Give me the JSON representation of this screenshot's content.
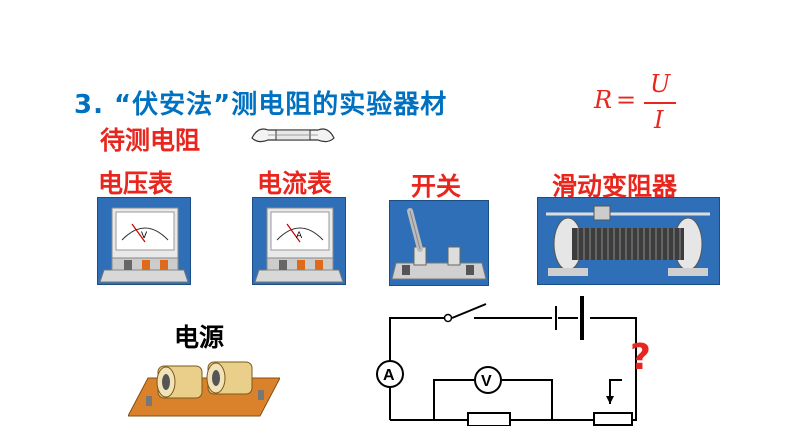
{
  "title": "3. “伏安法”测电阻的实验器材",
  "formula": {
    "lhs": "R",
    "equals": "=",
    "numerator": "U",
    "denominator": "I"
  },
  "items": {
    "resistor": "待测电阻",
    "voltmeter": "电压表",
    "ammeter": "电流表",
    "switch": "开关",
    "rheostat": "滑动变阻器",
    "power_source": "电源"
  },
  "meters": {
    "voltmeter_symbol": "V",
    "ammeter_symbol": "A"
  },
  "circuit": {
    "ammeter_symbol": "A",
    "voltmeter_symbol": "V",
    "unknown_mark": "?"
  },
  "colors": {
    "title": "#0070c0",
    "labels": "#e8261e",
    "photo_bg": "#2f6fb7"
  }
}
